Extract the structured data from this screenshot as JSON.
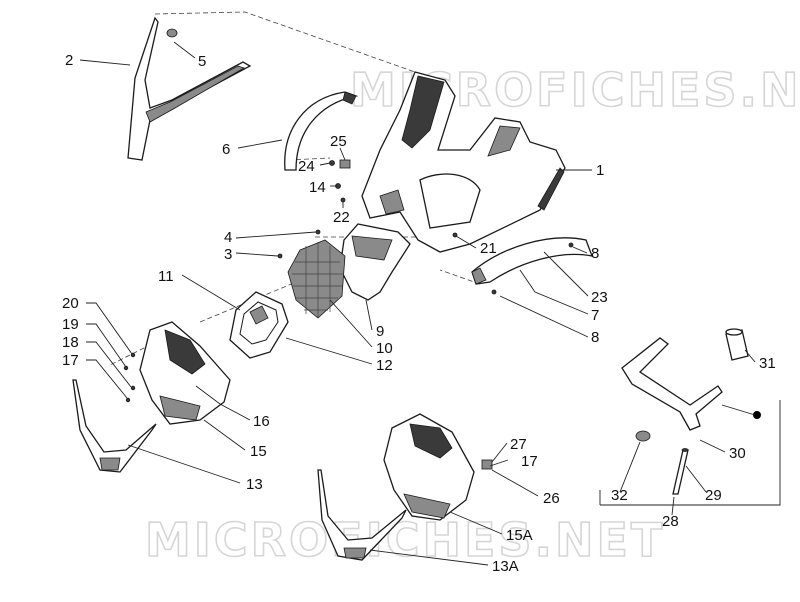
{
  "watermark": "MICROFICHES.NET",
  "callouts": [
    {
      "id": "c2",
      "text": "2"
    },
    {
      "id": "c5",
      "text": "5"
    },
    {
      "id": "c6",
      "text": "6"
    },
    {
      "id": "c25",
      "text": "25"
    },
    {
      "id": "c24",
      "text": "24"
    },
    {
      "id": "c14",
      "text": "14"
    },
    {
      "id": "c22",
      "text": "22"
    },
    {
      "id": "c1",
      "text": "1"
    },
    {
      "id": "c4",
      "text": "4"
    },
    {
      "id": "c3",
      "text": "3"
    },
    {
      "id": "c21",
      "text": "21"
    },
    {
      "id": "c11",
      "text": "11"
    },
    {
      "id": "c8a",
      "text": "8"
    },
    {
      "id": "c23",
      "text": "23"
    },
    {
      "id": "c7",
      "text": "7"
    },
    {
      "id": "c8b",
      "text": "8"
    },
    {
      "id": "c9",
      "text": "9"
    },
    {
      "id": "c10",
      "text": "10"
    },
    {
      "id": "c12",
      "text": "12"
    },
    {
      "id": "c20",
      "text": "20"
    },
    {
      "id": "c19",
      "text": "19"
    },
    {
      "id": "c18",
      "text": "18"
    },
    {
      "id": "c17a",
      "text": "17"
    },
    {
      "id": "c16",
      "text": "16"
    },
    {
      "id": "c15",
      "text": "15"
    },
    {
      "id": "c13",
      "text": "13"
    },
    {
      "id": "c31",
      "text": "31"
    },
    {
      "id": "c30",
      "text": "30"
    },
    {
      "id": "c27",
      "text": "27"
    },
    {
      "id": "c17b",
      "text": "17"
    },
    {
      "id": "c32",
      "text": "32"
    },
    {
      "id": "c29",
      "text": "29"
    },
    {
      "id": "c26",
      "text": "26"
    },
    {
      "id": "c28",
      "text": "28"
    },
    {
      "id": "c15A",
      "text": "15A"
    },
    {
      "id": "c13A",
      "text": "13A"
    }
  ]
}
